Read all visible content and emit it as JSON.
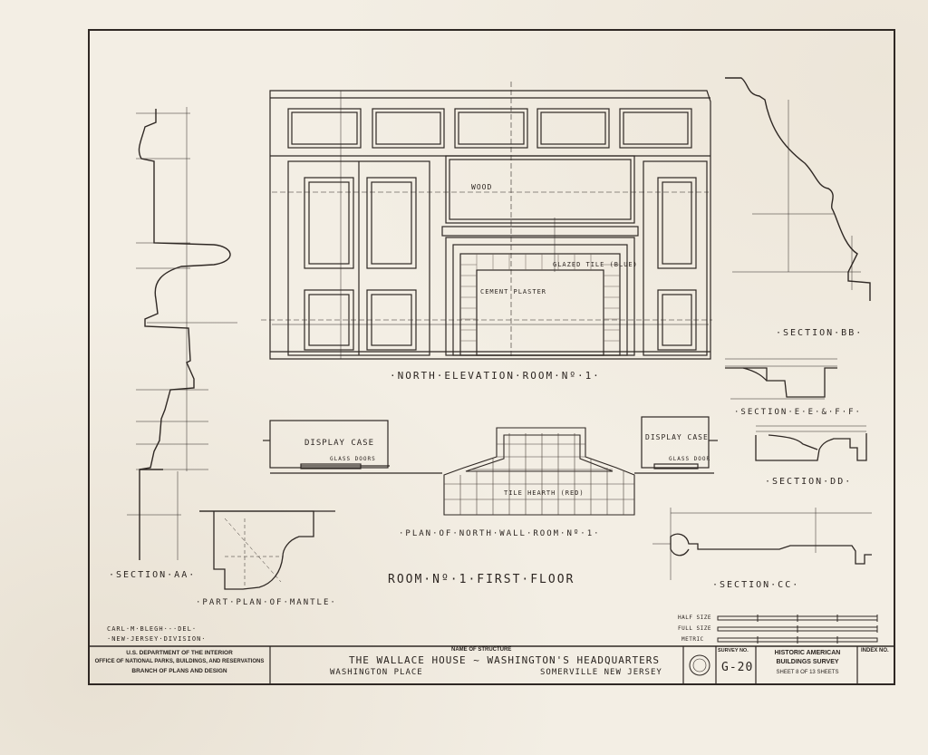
{
  "drawing": {
    "elevation_title": "·NORTH·ELEVATION·ROOM·Nº·1·",
    "plan_title": "·PLAN·OF·NORTH·WALL·ROOM·Nº·1·",
    "room_title": "ROOM·Nº·1·FIRST·FLOOR",
    "section_aa": "·SECTION·AA·",
    "section_bb": "·SECTION·BB·",
    "section_cc": "·SECTION·CC·",
    "section_dd": "·SECTION·DD·",
    "section_eeff": "·SECTION·E·E·&·F·F·",
    "part_plan_mantle": "·PART·PLAN·OF·MANTLE·",
    "label_wood": "WOOD",
    "label_glazed_tile": "GLAZED TILE (BLUE)",
    "label_cement_plaster": "CEMENT PLASTER",
    "label_tile_hearth": "TILE HEARTH (RED)",
    "label_display_case_left": "DISPLAY CASE",
    "label_display_case_right": "DISPLAY CASE",
    "label_glass_doors_left": "GLASS DOORS",
    "label_glass_doors_right": "GLASS DOOR",
    "delineator_line1": "CARL·M·BLEGH·-·DEL·",
    "delineator_line2": "·NEW·JERSEY·DIVISION·"
  },
  "scale_bar": {
    "half_size": "HALF SIZE",
    "full_size": "FULL SIZE",
    "metric": "METRIC"
  },
  "title_block": {
    "agency_line1": "U.S. DEPARTMENT OF THE INTERIOR",
    "agency_line2": "OFFICE OF NATIONAL PARKS, BUILDINGS, AND RESERVATIONS",
    "agency_line3": "BRANCH OF PLANS AND DESIGN",
    "name_label": "NAME OF STRUCTURE",
    "structure_name": "THE WALLACE HOUSE ~ WASHINGTON'S HEADQUARTERS",
    "location_street": "WASHINGTON PLACE",
    "location_city": "SOMERVILLE   NEW JERSEY",
    "survey_label": "SURVEY NO.",
    "survey_number": "G-20",
    "habs_line1": "HISTORIC AMERICAN",
    "habs_line2": "BUILDINGS SURVEY",
    "sheet_text": "SHEET 8 OF 13 SHEETS",
    "index_label": "INDEX NO."
  }
}
